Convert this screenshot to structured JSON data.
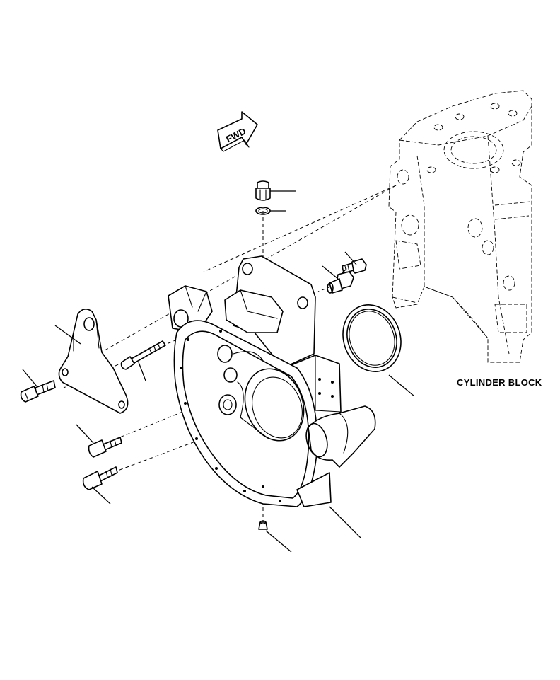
{
  "labels": {
    "direction": "FWD",
    "cylinder_block": "CYLINDER BLOCK"
  },
  "parts": [
    {
      "name": "breather-plug"
    },
    {
      "name": "gasket-ring"
    },
    {
      "name": "sensor-bolt"
    },
    {
      "name": "speed-sensor"
    },
    {
      "name": "oil-seal"
    },
    {
      "name": "bracket"
    },
    {
      "name": "long-bolt"
    },
    {
      "name": "bracket-bolt"
    },
    {
      "name": "housing-bolt-upper"
    },
    {
      "name": "housing-bolt-lower"
    },
    {
      "name": "drain-plug"
    },
    {
      "name": "flywheel-housing"
    }
  ],
  "colors": {
    "line": "#000000",
    "background": "#ffffff"
  }
}
